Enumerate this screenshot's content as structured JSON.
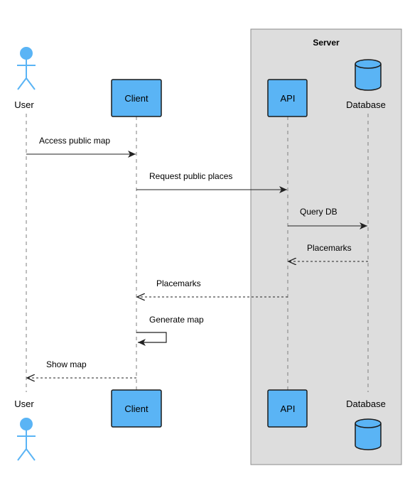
{
  "group": {
    "title": "Server"
  },
  "participants": [
    {
      "id": "user",
      "label": "User",
      "kind": "actor"
    },
    {
      "id": "client",
      "label": "Client",
      "kind": "box"
    },
    {
      "id": "api",
      "label": "API",
      "kind": "box"
    },
    {
      "id": "database",
      "label": "Database",
      "kind": "database"
    }
  ],
  "messages": [
    {
      "label": "Access public map",
      "from": "user",
      "to": "client",
      "style": "solid"
    },
    {
      "label": "Request public places",
      "from": "client",
      "to": "api",
      "style": "solid"
    },
    {
      "label": "Query DB",
      "from": "api",
      "to": "database",
      "style": "solid"
    },
    {
      "label": "Placemarks",
      "from": "database",
      "to": "api",
      "style": "dashed"
    },
    {
      "label": "Placemarks",
      "from": "api",
      "to": "client",
      "style": "dashed"
    },
    {
      "label": "Generate map",
      "from": "client",
      "to": "client",
      "style": "solid"
    },
    {
      "label": "Show map",
      "from": "client",
      "to": "user",
      "style": "dashed"
    }
  ],
  "colors": {
    "participant_fill": "#5ab4f5",
    "participant_stroke": "#1b1b1b",
    "group_fill": "#dddddd",
    "group_stroke": "#8c8c8c",
    "line": "#222222",
    "lifeline": "#7f7f7f",
    "text": "#000000"
  }
}
